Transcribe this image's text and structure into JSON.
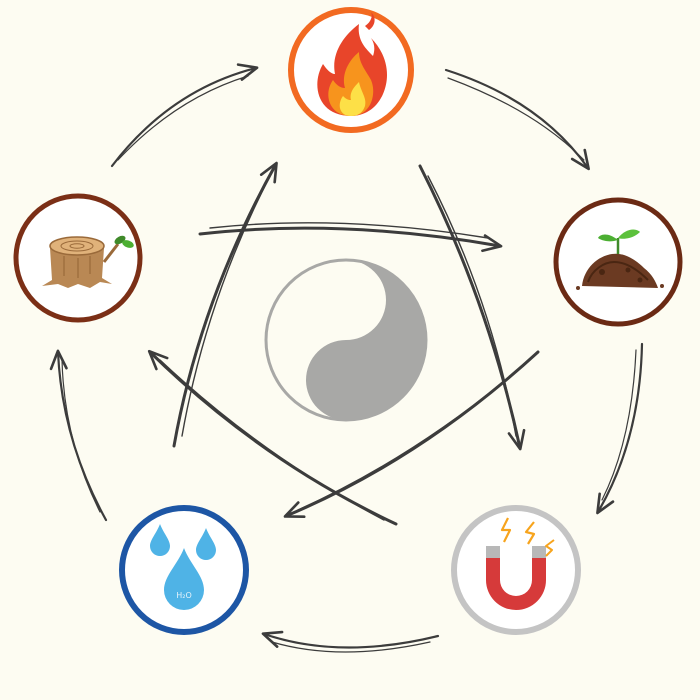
{
  "diagram": {
    "background": "#fdfcf2",
    "arrow_color": "#3c3c3c",
    "center": {
      "icon": "yin-yang-icon",
      "color": "#a8a8a6"
    },
    "elements": [
      {
        "id": "fire",
        "icon": "flame-icon",
        "ring_color": "#f26a21"
      },
      {
        "id": "earth",
        "icon": "soil-sprout-icon",
        "ring_color": "#6b2a14"
      },
      {
        "id": "metal",
        "icon": "magnet-icon",
        "ring_color": "#c4c4c4"
      },
      {
        "id": "water",
        "icon": "water-drops-icon",
        "ring_color": "#1d56a5",
        "label": "H₂O"
      },
      {
        "id": "wood",
        "icon": "tree-stump-icon",
        "ring_color": "#7b2f16"
      }
    ],
    "generating_cycle": [
      {
        "from": "fire",
        "to": "earth"
      },
      {
        "from": "earth",
        "to": "metal"
      },
      {
        "from": "metal",
        "to": "water"
      },
      {
        "from": "water",
        "to": "wood"
      },
      {
        "from": "wood",
        "to": "fire"
      }
    ],
    "controlling_cycle": [
      {
        "from": "fire",
        "to": "metal"
      },
      {
        "from": "metal",
        "to": "wood"
      },
      {
        "from": "wood",
        "to": "earth"
      },
      {
        "from": "earth",
        "to": "water"
      },
      {
        "from": "water",
        "to": "fire"
      }
    ]
  }
}
